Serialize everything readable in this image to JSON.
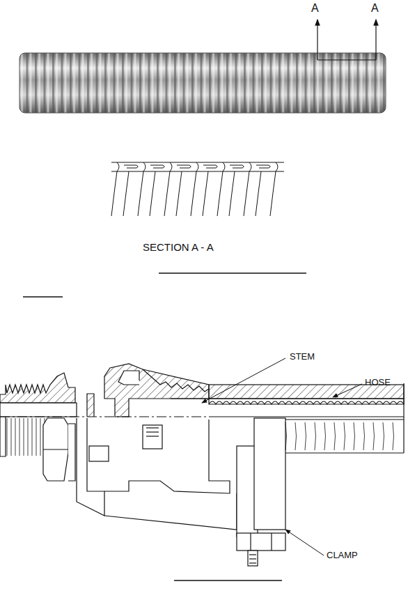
{
  "diagram": {
    "labels": [
      "A",
      "A",
      "SECTION A - A",
      "STEM",
      "HOSE",
      "CLAMP"
    ]
  }
}
